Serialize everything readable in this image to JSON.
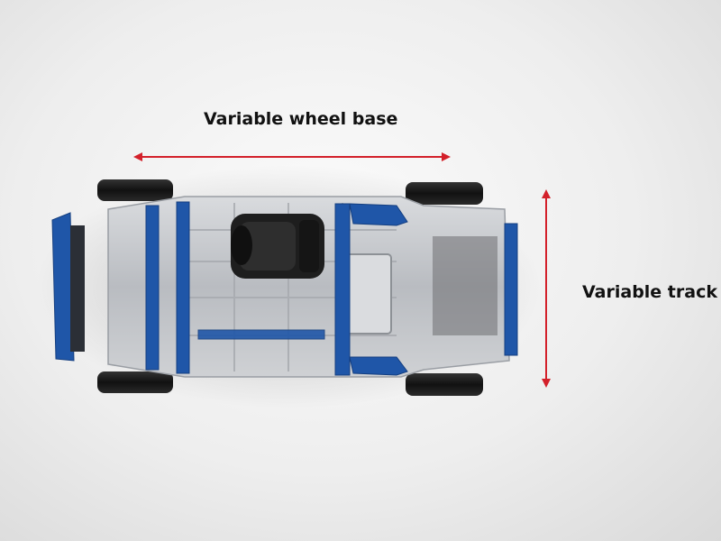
{
  "annotations": {
    "wheel_base_label": "Variable wheel base",
    "track_label": "Variable track"
  },
  "colors": {
    "arrow": "#d3202a",
    "frame_blue": "#1f56a8",
    "body_grey": "#c9ccd0",
    "tire": "#1b1b1b",
    "seat": "#222222"
  },
  "image": {
    "subject": "car platform chassis top view",
    "icons": [
      "double-arrow-icon"
    ]
  }
}
